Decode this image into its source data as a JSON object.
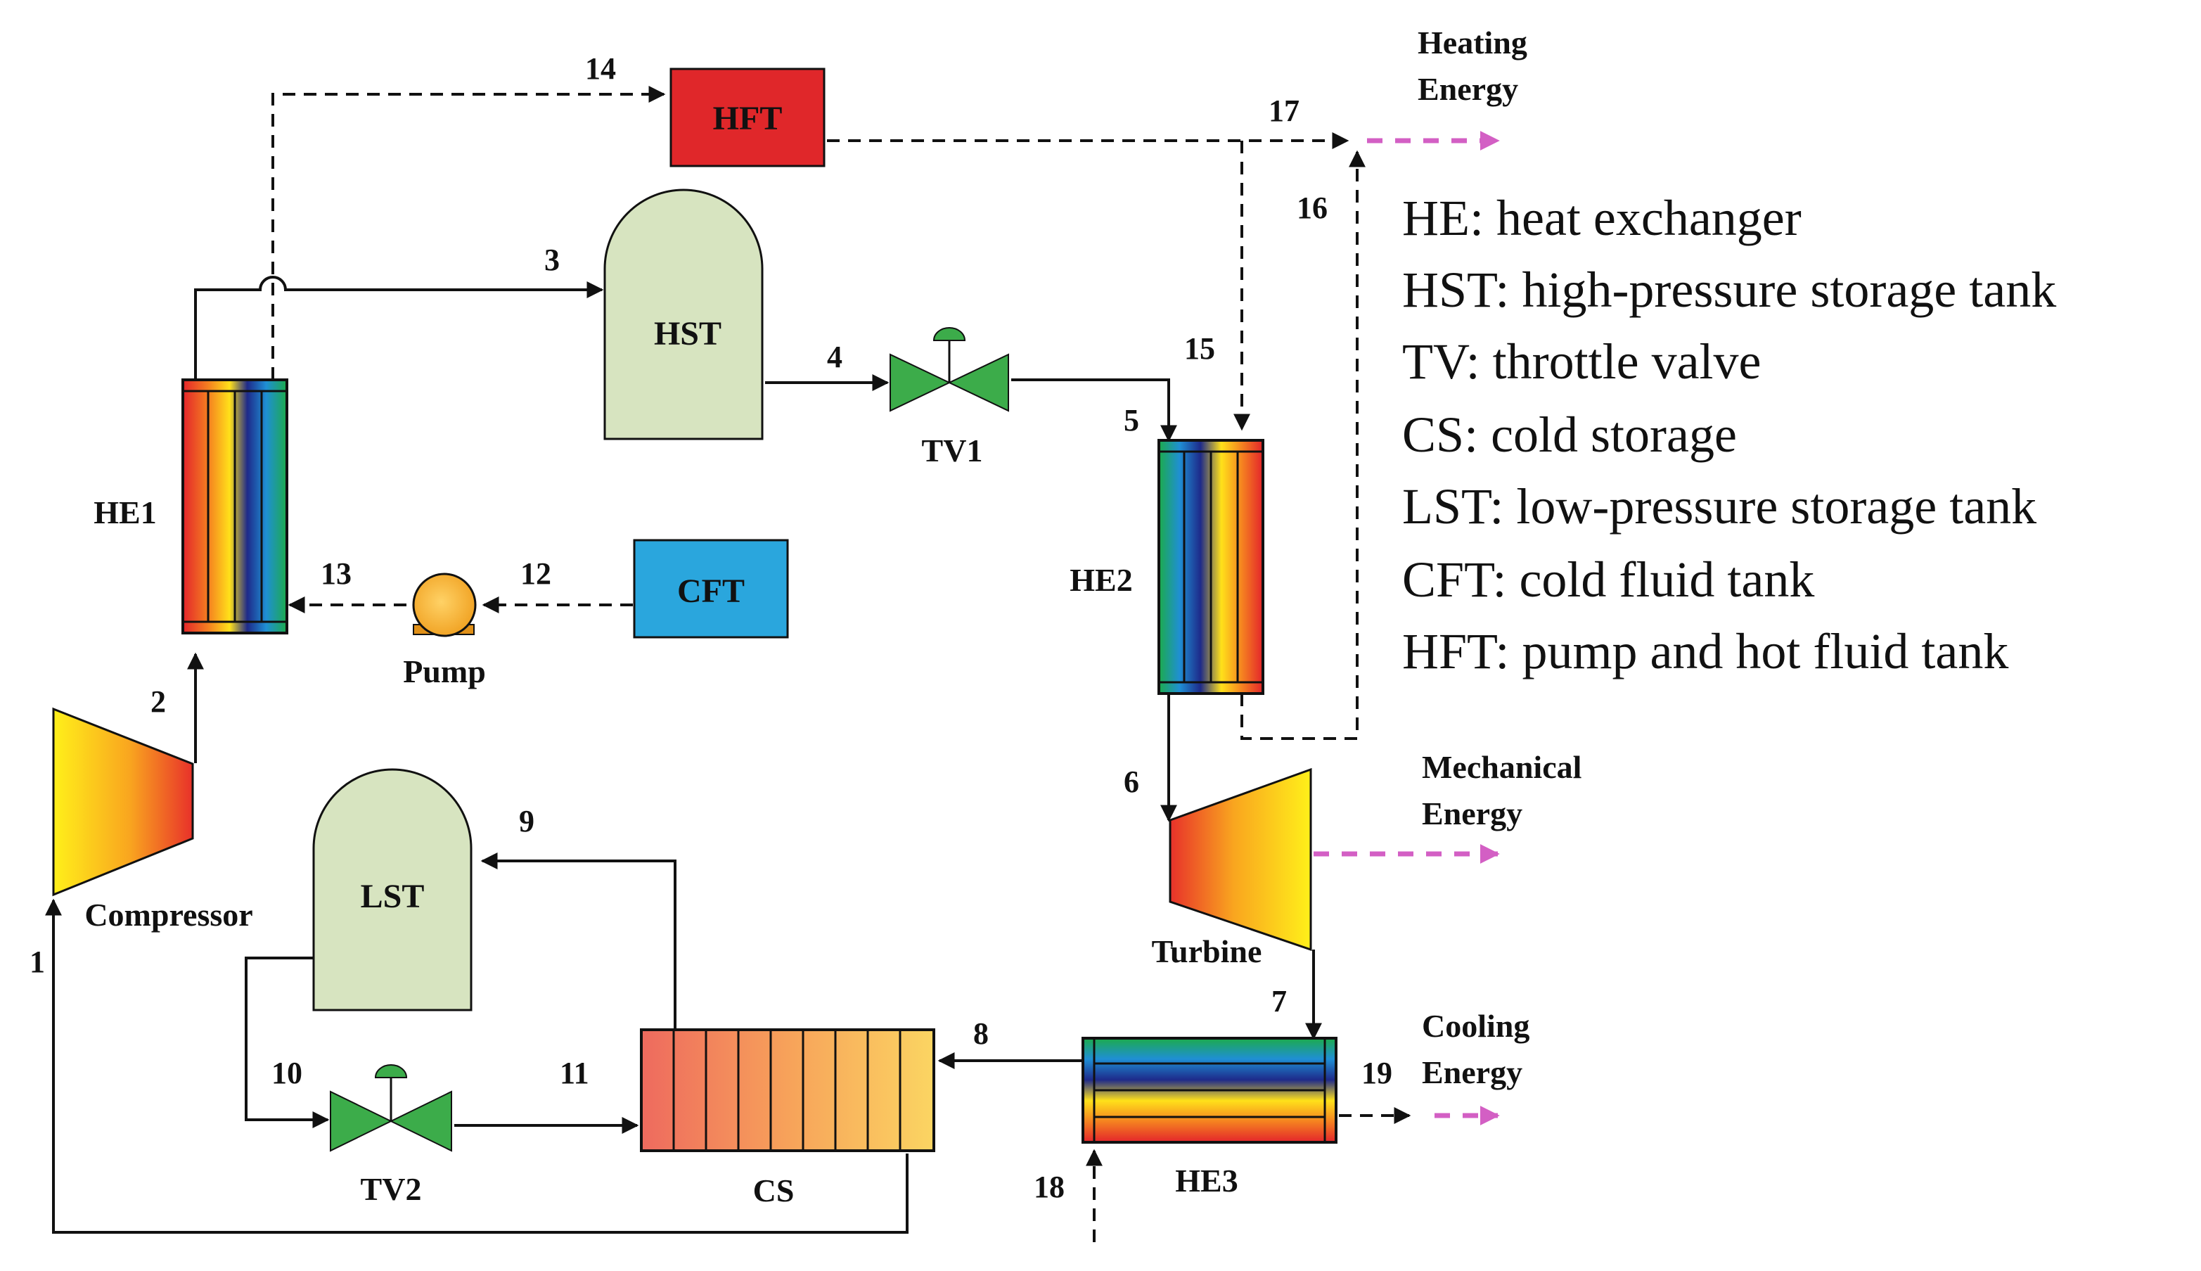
{
  "energies": {
    "heating_line1": "Heating",
    "heating_line2": "Energy",
    "mechanical_line1": "Mechanical",
    "mechanical_line2": "Energy",
    "cooling_line1": "Cooling",
    "cooling_line2": "Energy"
  },
  "components": {
    "he1": "HE1",
    "he2": "HE2",
    "he3": "HE3",
    "hst": "HST",
    "lst": "LST",
    "hft": "HFT",
    "cft": "CFT",
    "cs": "CS",
    "tv1": "TV1",
    "tv2": "TV2",
    "pump": "Pump",
    "compressor": "Compressor",
    "turbine": "Turbine"
  },
  "streams": [
    "1",
    "2",
    "3",
    "4",
    "5",
    "6",
    "7",
    "8",
    "9",
    "10",
    "11",
    "12",
    "13",
    "14",
    "15",
    "16",
    "17",
    "18",
    "19"
  ],
  "legend": [
    "HE: heat exchanger",
    "HST: high-pressure storage tank",
    "TV: throttle valve",
    "CS: cold storage",
    "LST: low-pressure storage tank",
    "CFT: cold fluid tank",
    "HFT: pump and hot fluid tank"
  ],
  "colors": {
    "hft_fill": "#e0272a",
    "cft_fill": "#2aa6dd",
    "tank_fill": "#d7e4c0",
    "valve_fill": "#3cac4a",
    "pump_fill": "#f5a623",
    "energy_arrow": "#d35fc4"
  }
}
